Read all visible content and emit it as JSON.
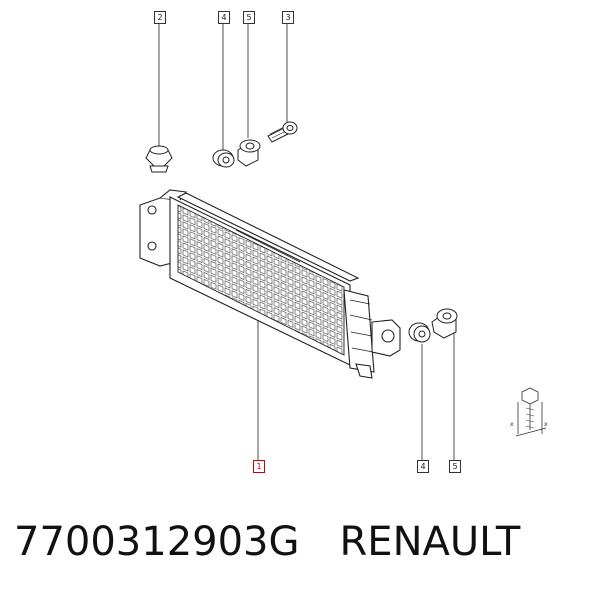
{
  "callouts": {
    "bolt_top_left": "2",
    "bushing_top_a": "4",
    "grommet_top_b": "5",
    "screw_top": "3",
    "radiator": "1",
    "bushing_bottom_a": "4",
    "grommet_bottom_b": "5"
  },
  "caption": {
    "part_number": "7700312903G",
    "brand": "RENAULT"
  },
  "colors": {
    "line": "#222222",
    "highlight": "#d00000"
  },
  "icons": {
    "torque_symbol": "bolt-dimension-icon"
  }
}
